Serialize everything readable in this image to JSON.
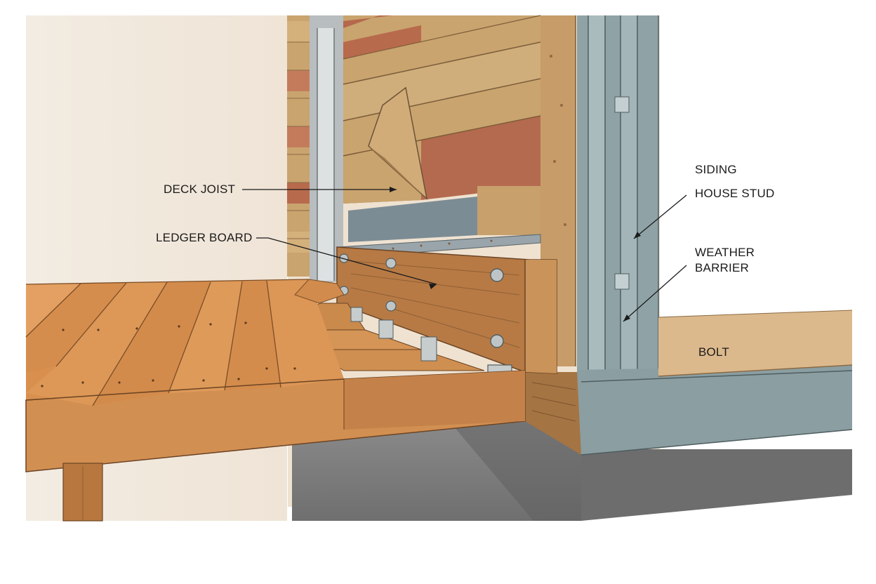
{
  "labels": {
    "deck_joist": "DECK JOIST",
    "ledger_board": "LEDGER BOARD",
    "siding": "SIDING",
    "house_stud": "HOUSE STUD",
    "weather_barrier_line1": "WEATHER",
    "weather_barrier_line2": "BARRIER",
    "bolt": "BOLT"
  },
  "colors": {
    "deck_wood": "#d9904f",
    "deck_wood_dark": "#b8733a",
    "ledger_wood": "#b77a45",
    "siding_tan": "#c9a46e",
    "siding_red": "#b5684e",
    "sheathing": "#c79c68",
    "steel_flashing": "#8d9aa0",
    "steel_stud": "#8fa3a6",
    "concrete": "#7a7a7a",
    "wall_background": "#f6efe6",
    "leader_line": "#1b1b1b"
  }
}
